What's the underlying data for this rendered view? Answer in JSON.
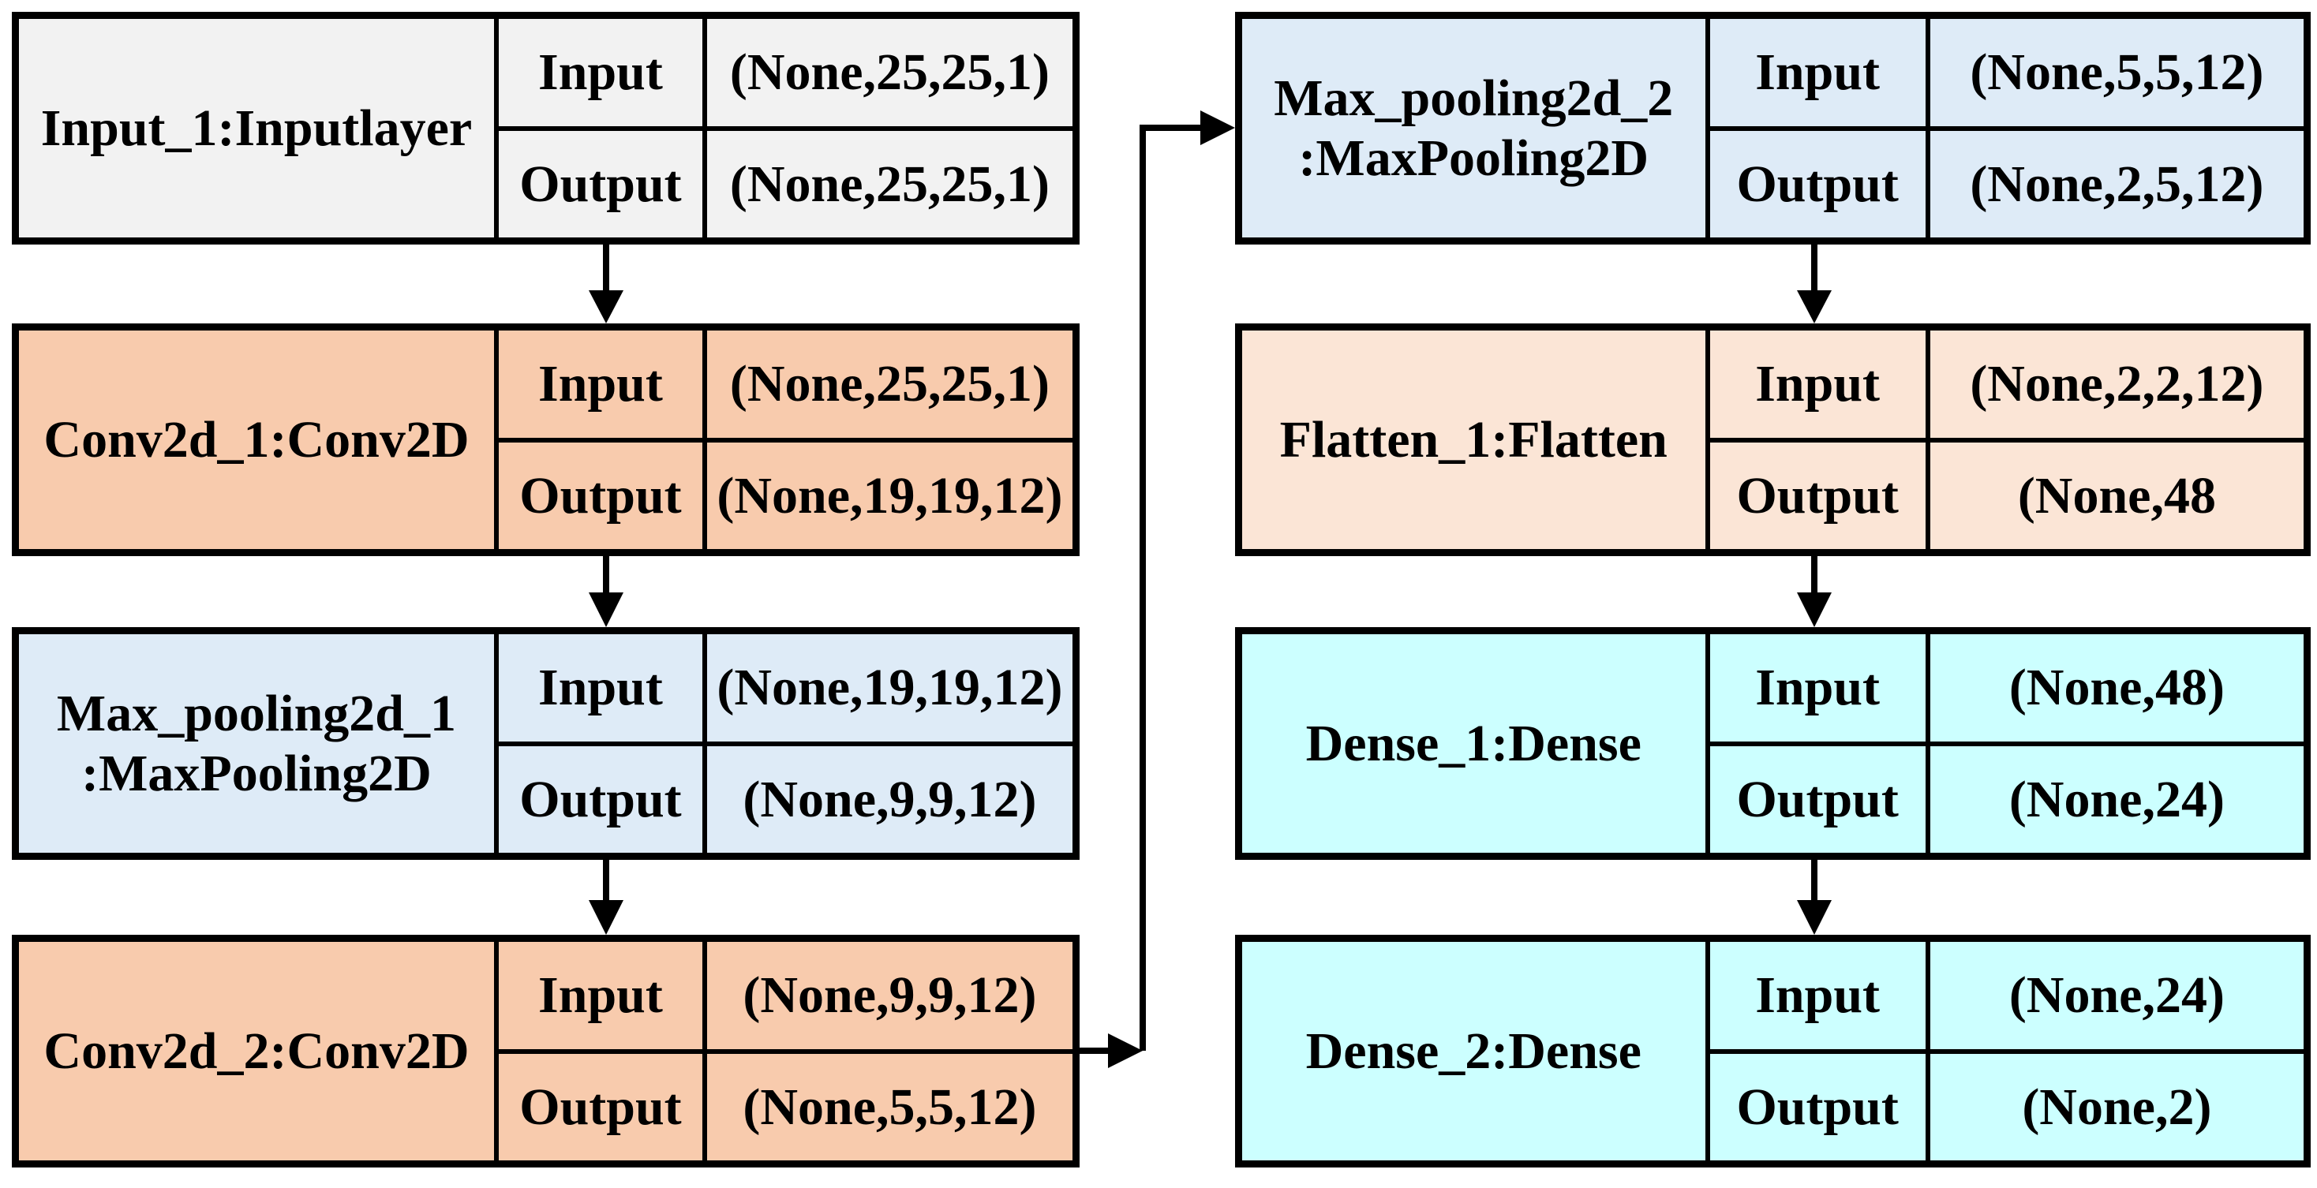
{
  "figure": {
    "type": "cnn-architecture-diagram",
    "description": "Convolutional neural network layer diagram with input/output tensor shapes per layer"
  },
  "palette": {
    "background": "#FFFFFF",
    "border": "#000000",
    "text": "#000000",
    "inputlayer_fill": "#F2F2F2",
    "conv_fill": "#F8CBAD",
    "maxpool_fill": "#DEEBF7",
    "flatten_fill": "#FBE5D6",
    "dense_fill": "#CCFFFF"
  },
  "io_labels": {
    "input": "Input",
    "output": "Output"
  },
  "boxes": [
    {
      "id": "input_1",
      "label1": "Input_1:Inputlayer",
      "label2": "",
      "fill": "#F2F2F2",
      "input_shape": "(None,25,25,1)",
      "output_shape": "(None,25,25,1)"
    },
    {
      "id": "conv2d_1",
      "label1": "Conv2d_1:Conv2D",
      "label2": "",
      "fill": "#F8CBAD",
      "input_shape": "(None,25,25,1)",
      "output_shape": "(None,19,19,12)"
    },
    {
      "id": "max_pooling2d_1",
      "label1": "Max_pooling2d_1",
      "label2": ":MaxPooling2D",
      "fill": "#DEEBF7",
      "input_shape": "(None,19,19,12)",
      "output_shape": "(None,9,9,12)"
    },
    {
      "id": "conv2d_2",
      "label1": "Conv2d_2:Conv2D",
      "label2": "",
      "fill": "#F8CBAD",
      "input_shape": "(None,9,9,12)",
      "output_shape": "(None,5,5,12)"
    },
    {
      "id": "max_pooling2d_2",
      "label1": "Max_pooling2d_2",
      "label2": ":MaxPooling2D",
      "fill": "#DEEBF7",
      "input_shape": "(None,5,5,12)",
      "output_shape": "(None,2,5,12)"
    },
    {
      "id": "flatten_1",
      "label1": "Flatten_1:Flatten",
      "label2": "",
      "fill": "#FBE5D6",
      "input_shape": "(None,2,2,12)",
      "output_shape": "(None,48"
    },
    {
      "id": "dense_1",
      "label1": "Dense_1:Dense",
      "label2": "",
      "fill": "#CCFFFF",
      "input_shape": "(None,48)",
      "output_shape": "(None,24)"
    },
    {
      "id": "dense_2",
      "label1": "Dense_2:Dense",
      "label2": "",
      "fill": "#CCFFFF",
      "input_shape": "(None,24)",
      "output_shape": "(None,2)"
    }
  ]
}
